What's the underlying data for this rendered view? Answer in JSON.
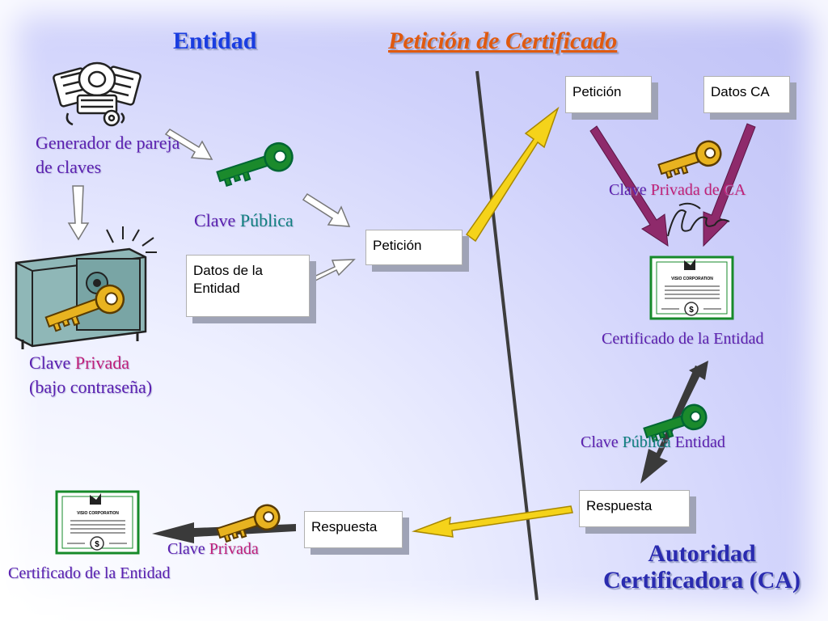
{
  "titles": {
    "entidad": "Entidad",
    "peticion_certificado": "Petición de Certificado"
  },
  "labels": {
    "generador": "Generador de pareja de claves",
    "clave_publica_word": "Clave",
    "clave_publica_adj": "Pública",
    "clave_privada_word": "Clave",
    "clave_privada_adj": "Privada",
    "bajo_contrasena": "(bajo contraseña)",
    "clave_privada_ca_word": "Clave",
    "clave_privada_ca_adj": "Privada de CA",
    "certificado_entidad_top": "Certificado de la Entidad",
    "clave_publica_entidad_word": "Clave",
    "clave_publica_entidad_adj": "Pública",
    "clave_publica_entidad_tail": "Entidad",
    "clave_privada_bottom_word": "Clave",
    "clave_privada_bottom_adj": "Privada",
    "certificado_entidad_bottom": "Certificado de la Entidad",
    "autoridad_line1": "Autoridad",
    "autoridad_line2": "Certificadora (CA)"
  },
  "boxes": {
    "datos_entidad": "Datos de la Entidad",
    "peticion_mid": "Petición",
    "peticion_top": "Petición",
    "datos_ca": "Datos CA",
    "respuesta_right": "Respuesta",
    "respuesta_left": "Respuesta"
  },
  "certificate": {
    "company": "VISIO CORPORATION",
    "symbol": "$"
  },
  "icons": [
    "engine-icon",
    "key-icon",
    "safe-icon",
    "certificate-icon",
    "signature-icon"
  ],
  "colors": {
    "title_blue": "#1a3de0",
    "title_orange": "#e05a10",
    "label_purple": "#5a1fb0",
    "label_teal": "#0f7f7f",
    "label_magenta": "#c0207a",
    "arrow_yellow": "#f5d31a",
    "arrow_magenta": "#8e2a6b",
    "arrow_dark": "#3a3a3a",
    "key_green": "#1b8a2c",
    "key_gold": "#e8b320",
    "cert_green": "#168a2a"
  }
}
